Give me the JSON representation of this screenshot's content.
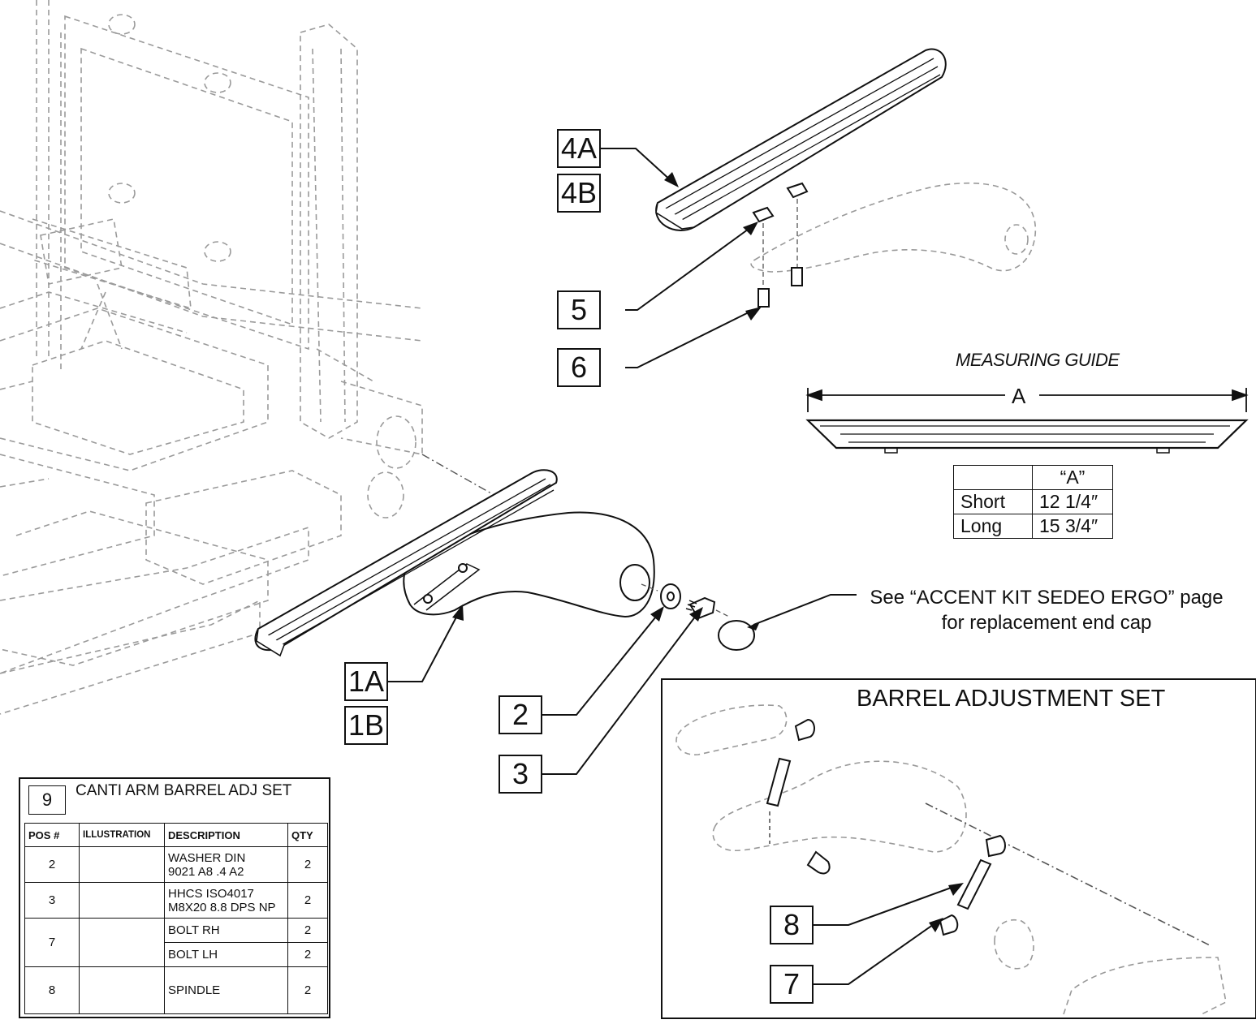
{
  "callouts": {
    "c1a": "1A",
    "c1b": "1B",
    "c2": "2",
    "c3": "3",
    "c4a": "4A",
    "c4b": "4B",
    "c5": "5",
    "c6": "6",
    "c7": "7",
    "c8": "8"
  },
  "endcap_note": {
    "line1": "See “ACCENT KIT SEDEO ERGO” page",
    "line2": "for replacement end cap"
  },
  "measuring_guide": {
    "title": "MEASURING GUIDE",
    "dimension_label": "A",
    "table": {
      "header": "“A”",
      "rows": [
        {
          "size": "Short",
          "value": "12 1/4″"
        },
        {
          "size": "Long",
          "value": "15 3/4″"
        }
      ]
    }
  },
  "barrel_set": {
    "title": "BARREL ADJUSTMENT SET"
  },
  "parts_kit": {
    "number": "9",
    "title": "CANTI ARM BARREL ADJ SET",
    "headers": {
      "pos": "POS #",
      "illustration": "ILLUSTRATION",
      "description": "DESCRIPTION",
      "qty": "QTY"
    },
    "rows": [
      {
        "pos": "2",
        "icon": "washer-icon",
        "description": "WASHER DIN",
        "description2": "9021 A8 .4 A2",
        "qty": "2"
      },
      {
        "pos": "3",
        "icon": "bolt-icon",
        "description": "HHCS ISO4017",
        "description2": "M8X20 8.8 DPS NP",
        "qty": "2"
      },
      {
        "pos": "7",
        "icon": "barrel-bolt-icon",
        "description": "BOLT RH",
        "qty": "2"
      },
      {
        "pos": "",
        "icon": "",
        "description": "BOLT LH",
        "qty": "2"
      },
      {
        "pos": "8",
        "icon": "spindle-icon",
        "description": "SPINDLE",
        "qty": "2"
      }
    ]
  }
}
